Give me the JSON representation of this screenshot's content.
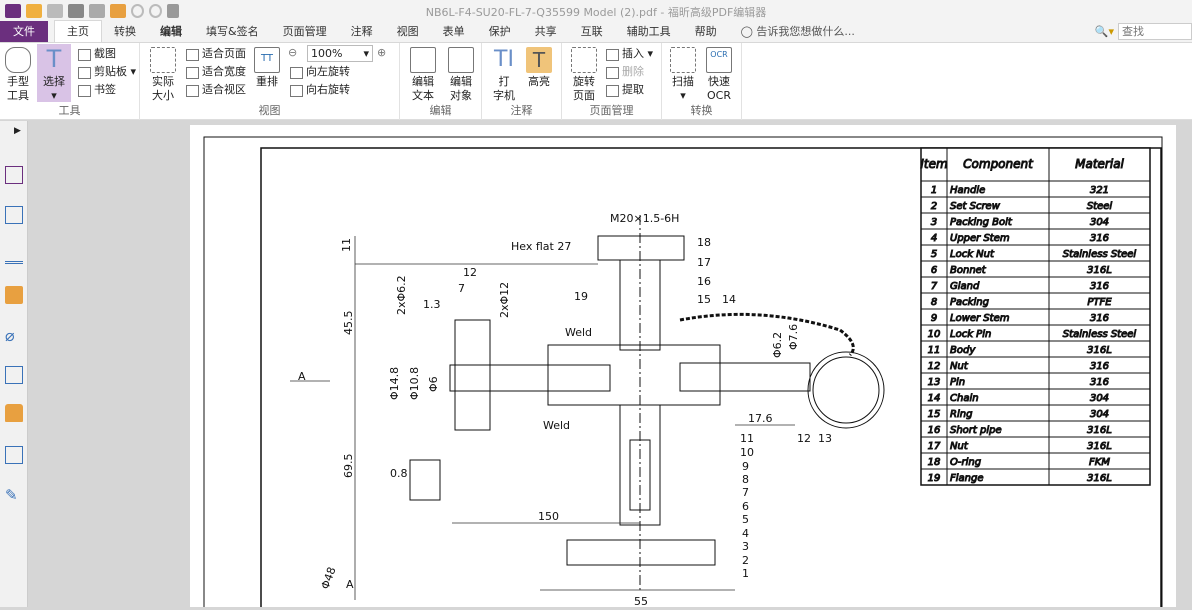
{
  "window": {
    "title": "NB6L-F4-SU20-FL-7-Q35599 Model (2).pdf - 福昕高级PDF编辑器"
  },
  "tabs": [
    {
      "label": "文件"
    },
    {
      "label": "主页"
    },
    {
      "label": "转换"
    },
    {
      "label": "编辑"
    },
    {
      "label": "填写&签名"
    },
    {
      "label": "页面管理"
    },
    {
      "label": "注释"
    },
    {
      "label": "视图"
    },
    {
      "label": "表单"
    },
    {
      "label": "保护"
    },
    {
      "label": "共享"
    },
    {
      "label": "互联"
    },
    {
      "label": "辅助工具"
    },
    {
      "label": "帮助"
    }
  ],
  "tell_me": "告诉我您想做什么...",
  "search": {
    "placeholder": "查找"
  },
  "ribbon": {
    "tools": {
      "label": "工具",
      "hand": "手型\n工具",
      "select": "选择",
      "snapshot": "截图",
      "clipboard": "剪贴板",
      "bookmark": "书签"
    },
    "view": {
      "label": "视图",
      "actual": "实际\n大小",
      "fit_page": "适合页面",
      "fit_width": "适合宽度",
      "fit_visible": "适合视区",
      "reflow": "重排",
      "zoom": "100%",
      "rotate_left": "向左旋转",
      "rotate_right": "向右旋转"
    },
    "edit": {
      "label": "编辑",
      "edit_text": "编辑\n文本",
      "edit_object": "编辑\n对象"
    },
    "comment": {
      "label": "注释",
      "typewriter": "打\n字机",
      "highlight": "高亮"
    },
    "pages": {
      "label": "页面管理",
      "rotate": "旋转\n页面",
      "insert": "插入",
      "delete": "删除",
      "extract": "提取"
    },
    "convert": {
      "label": "转换",
      "scan": "扫描",
      "ocr": "快速\nOCR"
    }
  },
  "accent": "#6b2f7e",
  "bom": {
    "headers": [
      "Item",
      "Component",
      "Material"
    ],
    "rows": [
      [
        "1",
        "Handle",
        "321"
      ],
      [
        "2",
        "Set Screw",
        "Steel"
      ],
      [
        "3",
        "Packing Bolt",
        "304"
      ],
      [
        "4",
        "Upper Stem",
        "316"
      ],
      [
        "5",
        "Lock Nut",
        "Stainless Steel"
      ],
      [
        "6",
        "Bonnet",
        "316L"
      ],
      [
        "7",
        "Gland",
        "316"
      ],
      [
        "8",
        "Packing",
        "PTFE"
      ],
      [
        "9",
        "Lower Stem",
        "316"
      ],
      [
        "10",
        "Lock Pin",
        "Stainless Steel"
      ],
      [
        "11",
        "Body",
        "316L"
      ],
      [
        "12",
        "Nut",
        "316"
      ],
      [
        "13",
        "Pin",
        "316"
      ],
      [
        "14",
        "Chain",
        "304"
      ],
      [
        "15",
        "Ring",
        "304"
      ],
      [
        "16",
        "Short pipe",
        "316L"
      ],
      [
        "17",
        "Nut",
        "316L"
      ],
      [
        "18",
        "O-ring",
        "FKM"
      ],
      [
        "19",
        "Flange",
        "316L"
      ]
    ]
  },
  "drawing": {
    "labels": [
      "M20×1.5-6H",
      "Hex flat 27",
      "11",
      "12",
      "7",
      "1.3",
      "2xΦ6.2",
      "2xΦ12",
      "45.5",
      "19",
      "Weld",
      "A",
      "Φ14.8",
      "Φ10.8",
      "Φ6",
      "Weld",
      "0.8",
      "69.5",
      "150",
      "Φ48",
      "A",
      "55",
      "17.6",
      "Φ6.2",
      "Φ7.6",
      "12",
      "13",
      "14",
      "15",
      "16",
      "17",
      "18",
      "11",
      "10",
      "9",
      "8",
      "7",
      "6",
      "5",
      "4",
      "3",
      "2",
      "1"
    ]
  }
}
